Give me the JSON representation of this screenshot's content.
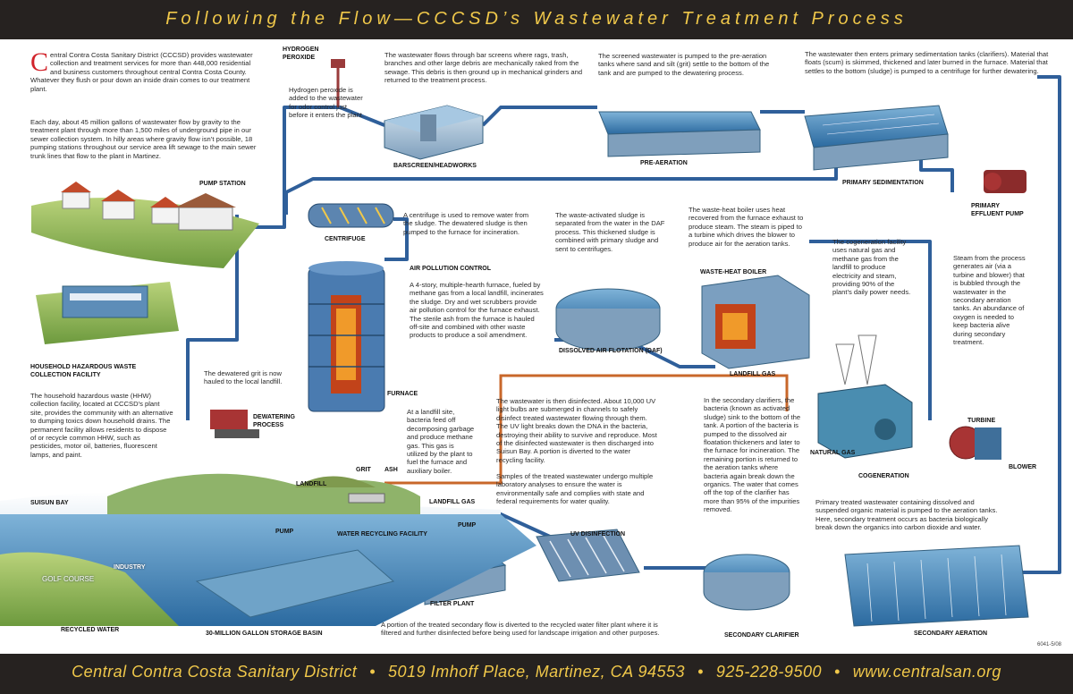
{
  "header": {
    "title": "Following the Flow—CCCSD’s Wastewater Treatment Process"
  },
  "footer": {
    "org": "Central Contra Costa Sanitary District",
    "address": "5019 Imhoff Place, Martinez, CA 94553",
    "phone": "925-228-9500",
    "web": "www.centralsan.org"
  },
  "intro": {
    "p1_dropcap": "C",
    "p1": "entral Contra Costa Sanitary District (CCCSD) provides wastewater collection and treatment services for more than 448,000 residential and business customers throughout central Contra Costa County. Whatever they flush or pour down an inside drain comes to our treatment plant.",
    "p2": "Each day, about 45 million gallons of wastewater flow by gravity to the treatment plant through more than 1,500 miles of underground pipe in our sewer collection system. In hilly areas where gravity flow isn’t possible, 18 pumping stations throughout our service area lift sewage to the main sewer trunk lines that flow to the plant in Martinez."
  },
  "descriptions": {
    "hydrogen_peroxide": "Hydrogen peroxide is added to the wastewater for odor control just before it enters the plant.",
    "barscreen": "The wastewater flows through bar screens where rags, trash, branches and other large debris are mechanically raked from the sewage. This debris is then ground up in mechanical grinders and returned to the treatment process.",
    "pre_aeration": "The screened wastewater is pumped to the pre-aeration tanks where sand and silt (grit) settle to the bottom of the tank and are pumped to the dewatering process.",
    "primary_sedimentation": "The wastewater then enters primary sedimentation tanks (clarifiers). Material that floats (scum) is skimmed, thickened and later burned in the furnace. Material that settles to the bottom (sludge) is pumped to a centrifuge for further dewatering.",
    "centrifuge": "A centrifuge is used to remove water from the sludge. The dewatered sludge is then pumped to the furnace for incineration.",
    "daf": "The waste-activated sludge is separated from the water in the DAF process. This thickened sludge is combined with primary sludge and sent to centrifuges.",
    "waste_heat_boiler": "The waste-heat boiler uses heat recovered from the furnace exhaust to produce steam. The steam is piped to a turbine which drives the blower to produce air for the aeration tanks.",
    "cogeneration": "The cogeneration facility uses natural gas and methane gas from the landfill to produce electricity and steam, providing 90% of the plant’s daily power needs.",
    "steam": "Steam from the process generates air (via a turbine and blower) that is bubbled through the wastewater in the secondary aeration tanks. An abundance of oxygen is needed to keep bacteria alive during secondary treatment.",
    "furnace": "A 4-story, multiple-hearth furnace, fueled by methane gas from a local landfill, incinerates the sludge. Dry and wet scrubbers provide air pollution control for the furnace exhaust. The sterile ash from the furnace is hauled off-site and combined with other waste products to produce a soil amendment.",
    "grit": "The dewatered grit is now hauled to the local landfill.",
    "landfill": "At a landfill site, bacteria feed off decomposing garbage and produce methane gas. This gas is utilized by the plant to fuel the furnace and auxiliary boiler.",
    "uv_p1": "The wastewater is then disinfected. About 10,000 UV light bulbs are submerged in channels to safely disinfect treated wastewater flowing through them. The UV light breaks down the DNA in the bacteria, destroying their ability to survive and reproduce. Most of the disinfected wastewater is then discharged into Suisun Bay. A portion is diverted to the water recycling facility.",
    "uv_p2": "Samples of the treated wastewater undergo multiple laboratory analyses to ensure the water is environmentally safe and complies with state and federal requirements for water quality.",
    "secondary_clarifier": "In the secondary clarifiers, the bacteria (known as activated sludge) sink to the bottom of the tank. A portion of the bacteria is pumped to the dissolved air floatation thickeners and later to the furnace for incineration. The remaining portion is returned to the aeration tanks where bacteria again break down the organics. The water that comes off the top of the clarifier has more than 95% of the impurities removed.",
    "secondary_aeration": "Primary treated wastewater containing dissolved and suspended organic material is pumped to the aeration tanks. Here, secondary treatment occurs as bacteria biologically break down the organics into carbon dioxide and water.",
    "hhw_title": "HOUSEHOLD HAZARDOUS WASTE COLLECTION FACILITY",
    "hhw": "The household hazardous waste (HHW) collection facility, located at CCCSD’s plant site, provides the community with an alternative to dumping toxics down household drains. The permanent facility allows residents to dispose of or recycle common HHW, such as pesticides, motor oil, batteries, fluorescent lamps, and paint.",
    "filter_plant": "A portion of the treated secondary flow is diverted to the recycled water filter plant where it is filtered and further disinfected before being used for landscape irrigation and other purposes."
  },
  "labels": {
    "hydrogen_peroxide": "HYDROGEN PEROXIDE",
    "barscreen": "BARSCREEN/HEADWORKS",
    "pre_aeration": "PRE-AERATION",
    "primary_sedimentation": "PRIMARY SEDIMENTATION",
    "primary_effluent_pump": "PRIMARY EFFLUENT PUMP",
    "pump_station": "PUMP STATION",
    "centrifuge": "CENTRIFUGE",
    "air_pollution_control": "AIR POLLUTION CONTROL",
    "furnace": "FURNACE",
    "daf": "DISSOLVED AIR FLOTATION (DAF)",
    "waste_heat_boiler": "WASTE-HEAT BOILER",
    "landfill_gas_1": "LANDFILL GAS",
    "landfill_gas_2": "LANDFILL GAS",
    "natural_gas": "NATURAL GAS",
    "cogeneration": "COGENERATION",
    "turbine": "TURBINE",
    "blower": "BLOWER",
    "dewatering": "DEWATERING PROCESS",
    "landfill": "LANDFILL",
    "grit": "GRIT",
    "ash": "ASH",
    "suisun_bay": "SUISUN BAY",
    "pump_1": "PUMP",
    "pump_2": "PUMP",
    "water_recycling": "WATER RECYCLING FACILITY",
    "uv_disinfection": "UV DISINFECTION",
    "industry": "INDUSTRY",
    "golf_course": "GOLF COURSE",
    "filter_plant": "FILTER PLANT",
    "recycled_water": "RECYCLED WATER",
    "storage_basin": "30-MILLION GALLON STORAGE BASIN",
    "secondary_clarifier": "SECONDARY CLARIFIER",
    "secondary_aeration": "SECONDARY AERATION",
    "doc_code": "6041-5/08"
  },
  "colors": {
    "band": "#262220",
    "accent": "#f0c84a",
    "pipe": "#2f5f9a",
    "gas_pipe": "#c8672a",
    "dropcap": "#d1232a"
  }
}
